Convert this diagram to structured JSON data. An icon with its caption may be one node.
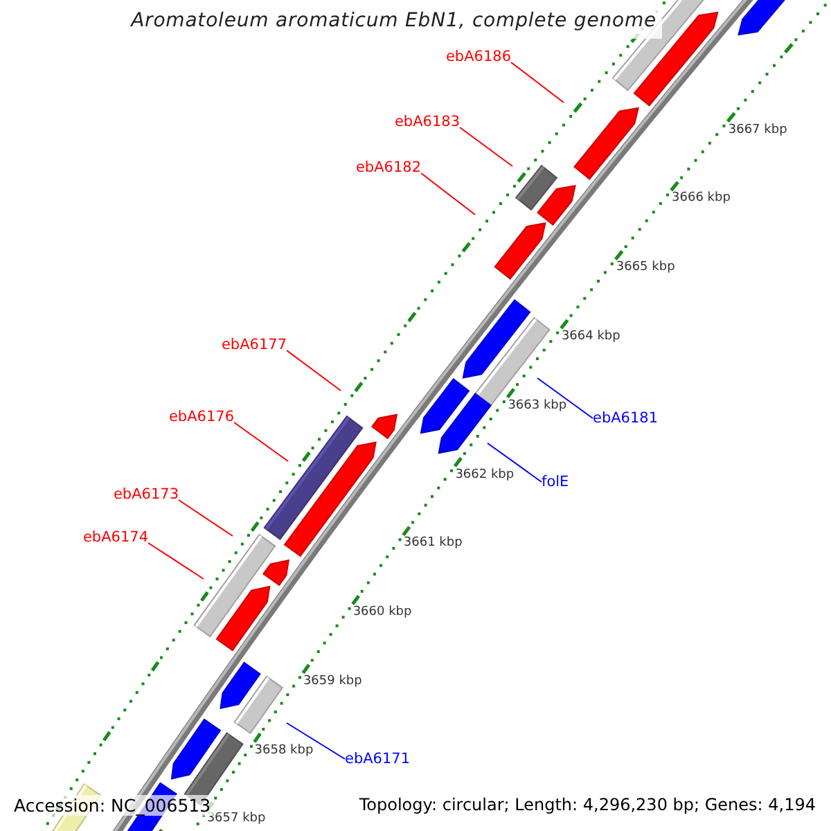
{
  "diagram": {
    "title": "Aromatoleum aromaticum EbN1, complete genome",
    "nodes": [
      {
        "text": [
          "ebA6186"
        ]
      },
      {
        "text": [
          "ebA6183"
        ]
      },
      {
        "text": [
          "ebA6182"
        ]
      },
      {
        "text": [
          "ebA6177"
        ]
      },
      {
        "text": [
          "ebA6181"
        ]
      },
      {
        "text": [
          "ebA6176"
        ]
      },
      {
        "text": [
          "folE"
        ]
      },
      {
        "text": [
          "ebA6173"
        ]
      },
      {
        "text": [
          "ebA6174"
        ]
      },
      {
        "text": [
          "ebA6171"
        ]
      }
    ],
    "edges": [
      {
        "from": 0,
        "to": null,
        "arrow": "none"
      },
      {
        "from": 1,
        "to": null,
        "arrow": "none"
      },
      {
        "from": 2,
        "to": null,
        "arrow": "none"
      },
      {
        "from": 3,
        "to": null,
        "arrow": "none"
      },
      {
        "from": 4,
        "to": null,
        "arrow": "none",
        "color": "#0000ff"
      },
      {
        "from": 5,
        "to": null,
        "arrow": "none"
      },
      {
        "from": 6,
        "to": null,
        "arrow": "none",
        "color": "#0000ff"
      },
      {
        "from": 7,
        "to": null,
        "arrow": "none"
      },
      {
        "from": 8,
        "to": null,
        "arrow": "none"
      },
      {
        "from": 9,
        "to": null,
        "arrow": "none",
        "color": "#0000ff"
      }
    ],
    "labels": [
      "3667 kbp",
      "3666 kbp",
      "3665 kbp",
      "3664 kbp",
      "3663 kbp",
      "3662 kbp",
      "3661 kbp",
      "3660 kbp",
      "3659 kbp",
      "3658 kbp",
      "3657 kbp",
      "Accession: NC_006513",
      "Topology: circular; Length: 4,296,230 bp; Genes: 4,194"
    ]
  }
}
